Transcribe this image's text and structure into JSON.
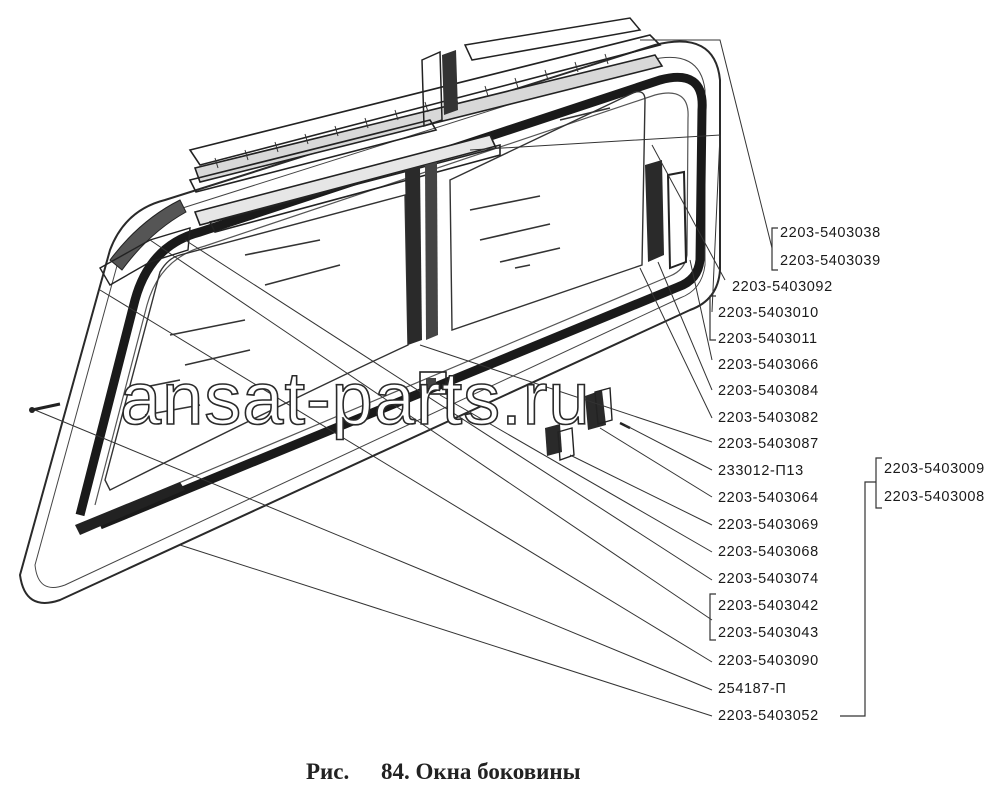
{
  "figure": {
    "caption_prefix": "Рис.",
    "caption_number": "84.",
    "caption_title": "Окна боковины"
  },
  "watermark": "ansat-parts.ru",
  "parts": [
    {
      "id": "p1",
      "number": "2203-5403038"
    },
    {
      "id": "p2",
      "number": "2203-5403039"
    },
    {
      "id": "p3",
      "number": "2203-5403092"
    },
    {
      "id": "p4",
      "number": "2203-5403010"
    },
    {
      "id": "p5",
      "number": "2203-5403011"
    },
    {
      "id": "p6",
      "number": "2203-5403066"
    },
    {
      "id": "p7",
      "number": "2203-5403084"
    },
    {
      "id": "p8",
      "number": "2203-5403082"
    },
    {
      "id": "p9",
      "number": "2203-5403087"
    },
    {
      "id": "p10",
      "number": "233012-П13"
    },
    {
      "id": "p11",
      "number": "2203-5403064"
    },
    {
      "id": "p12",
      "number": "2203-5403069"
    },
    {
      "id": "p13",
      "number": "2203-5403068"
    },
    {
      "id": "p14",
      "number": "2203-5403074"
    },
    {
      "id": "p15",
      "number": "2203-5403042"
    },
    {
      "id": "p16",
      "number": "2203-5403043"
    },
    {
      "id": "p17",
      "number": "2203-5403090"
    },
    {
      "id": "p18",
      "number": "254187-П"
    },
    {
      "id": "p19",
      "number": "2203-5403052"
    },
    {
      "id": "p20",
      "number": "2203-5403009"
    },
    {
      "id": "p21",
      "number": "2203-5403008"
    }
  ]
}
